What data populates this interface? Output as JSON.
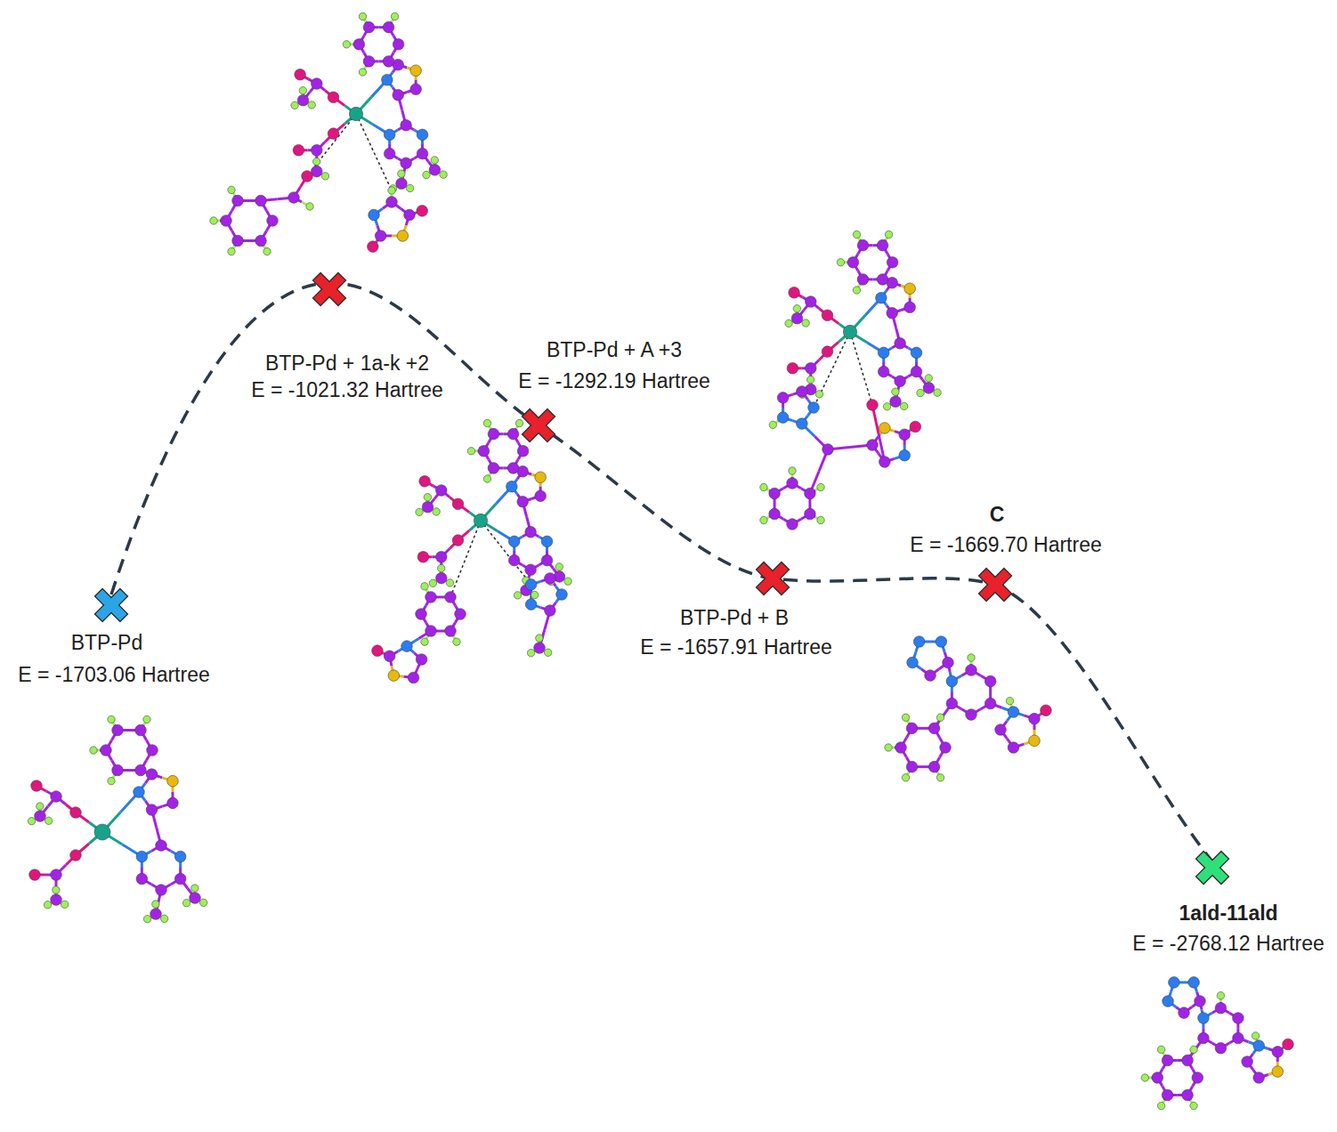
{
  "diagram": {
    "labels": [
      "BTP-Pd",
      "E = -1703.06 Hartree",
      "BTP-Pd + 1a-k +2",
      "E = -1021.32 Hartree",
      "BTP-Pd + A +3",
      "E = -1292.19 Hartree",
      "C",
      "E = -1669.70 Hartree",
      "BTP-Pd + B",
      "E = -1657.91 Hartree",
      "1ald-11ald",
      "E = -2768.12 Hartree"
    ]
  }
}
